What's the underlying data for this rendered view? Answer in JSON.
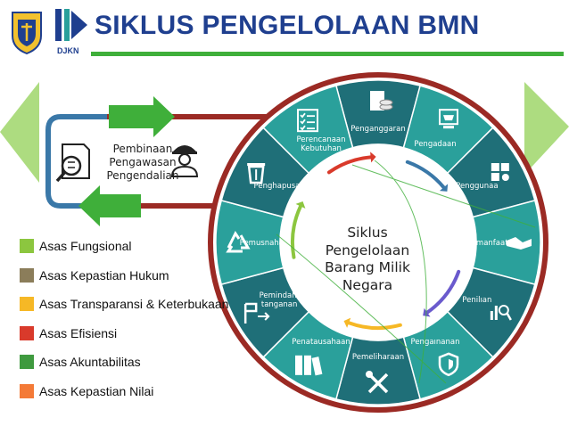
{
  "title": "SIKLUS PENGELOLAAN BMN",
  "logo_text": "DJKN",
  "pembinaan_lines": [
    "Pembinaan",
    "Pengawasan",
    "Pengendalian"
  ],
  "center_lines": [
    "Siklus",
    "Pengelolaan",
    "Barang Milik",
    "Negara"
  ],
  "segments": [
    {
      "name": "penganggaran",
      "label_lines": [
        "Penganggaran"
      ],
      "icon": "document-coins-icon"
    },
    {
      "name": "pengadaan",
      "label_lines": [
        "Pengadaan"
      ],
      "icon": "cart-monitor-icon"
    },
    {
      "name": "penggunaan",
      "label_lines": [
        "Penggunaa"
      ],
      "icon": "puzzle-icon"
    },
    {
      "name": "pemanfaatan",
      "label_lines": [
        "Pemanfaatan"
      ],
      "icon": "handshake-icon"
    },
    {
      "name": "penilaian",
      "label_lines": [
        "Penilıan"
      ],
      "icon": "chart-magnifier-icon"
    },
    {
      "name": "pengamanan",
      "label_lines": [
        "Pengaınanan"
      ],
      "icon": "shield-icon"
    },
    {
      "name": "pemeliharaan",
      "label_lines": [
        "Pemeliharaan"
      ],
      "icon": "tools-icon"
    },
    {
      "name": "penatausahaan",
      "label_lines": [
        "Penatausahaan"
      ],
      "icon": "binders-icon"
    },
    {
      "name": "pemindahtanganan",
      "label_lines": [
        "Pemindah-",
        "tanganan"
      ],
      "icon": "transfer-icon"
    },
    {
      "name": "pemusnahan",
      "label_lines": [
        "Pemusnahan"
      ],
      "icon": "recycle-icon"
    },
    {
      "name": "penghapusan",
      "label_lines": [
        "Penghapusan"
      ],
      "icon": "trash-icon"
    },
    {
      "name": "perencanaan",
      "label_lines": [
        "Perencanaan",
        "Kebutuhan"
      ],
      "icon": "checklist-icon"
    }
  ],
  "legend": [
    {
      "label": "Asas Fungsional",
      "color": "#8cc63f"
    },
    {
      "label": "Asas Kepastian Hukum",
      "color": "#8b7d5a"
    },
    {
      "label": "Asas Transparansi & Keterbukaan",
      "color": "#f6b826"
    },
    {
      "label": "Asas Efisiensi",
      "color": "#d93a2b"
    },
    {
      "label": "Asas Akuntabilitas",
      "color": "#3f9a3f"
    },
    {
      "label": "Asas Kepastian Nilai",
      "color": "#f47a37"
    }
  ],
  "colors": {
    "title": "#1f3f8f",
    "ring_dark": "#1f6f78",
    "ring_mid": "#2aa09b",
    "green_band": "#3faf3a",
    "red_outline": "#9b2a24",
    "blue_line": "#3a78a8"
  }
}
